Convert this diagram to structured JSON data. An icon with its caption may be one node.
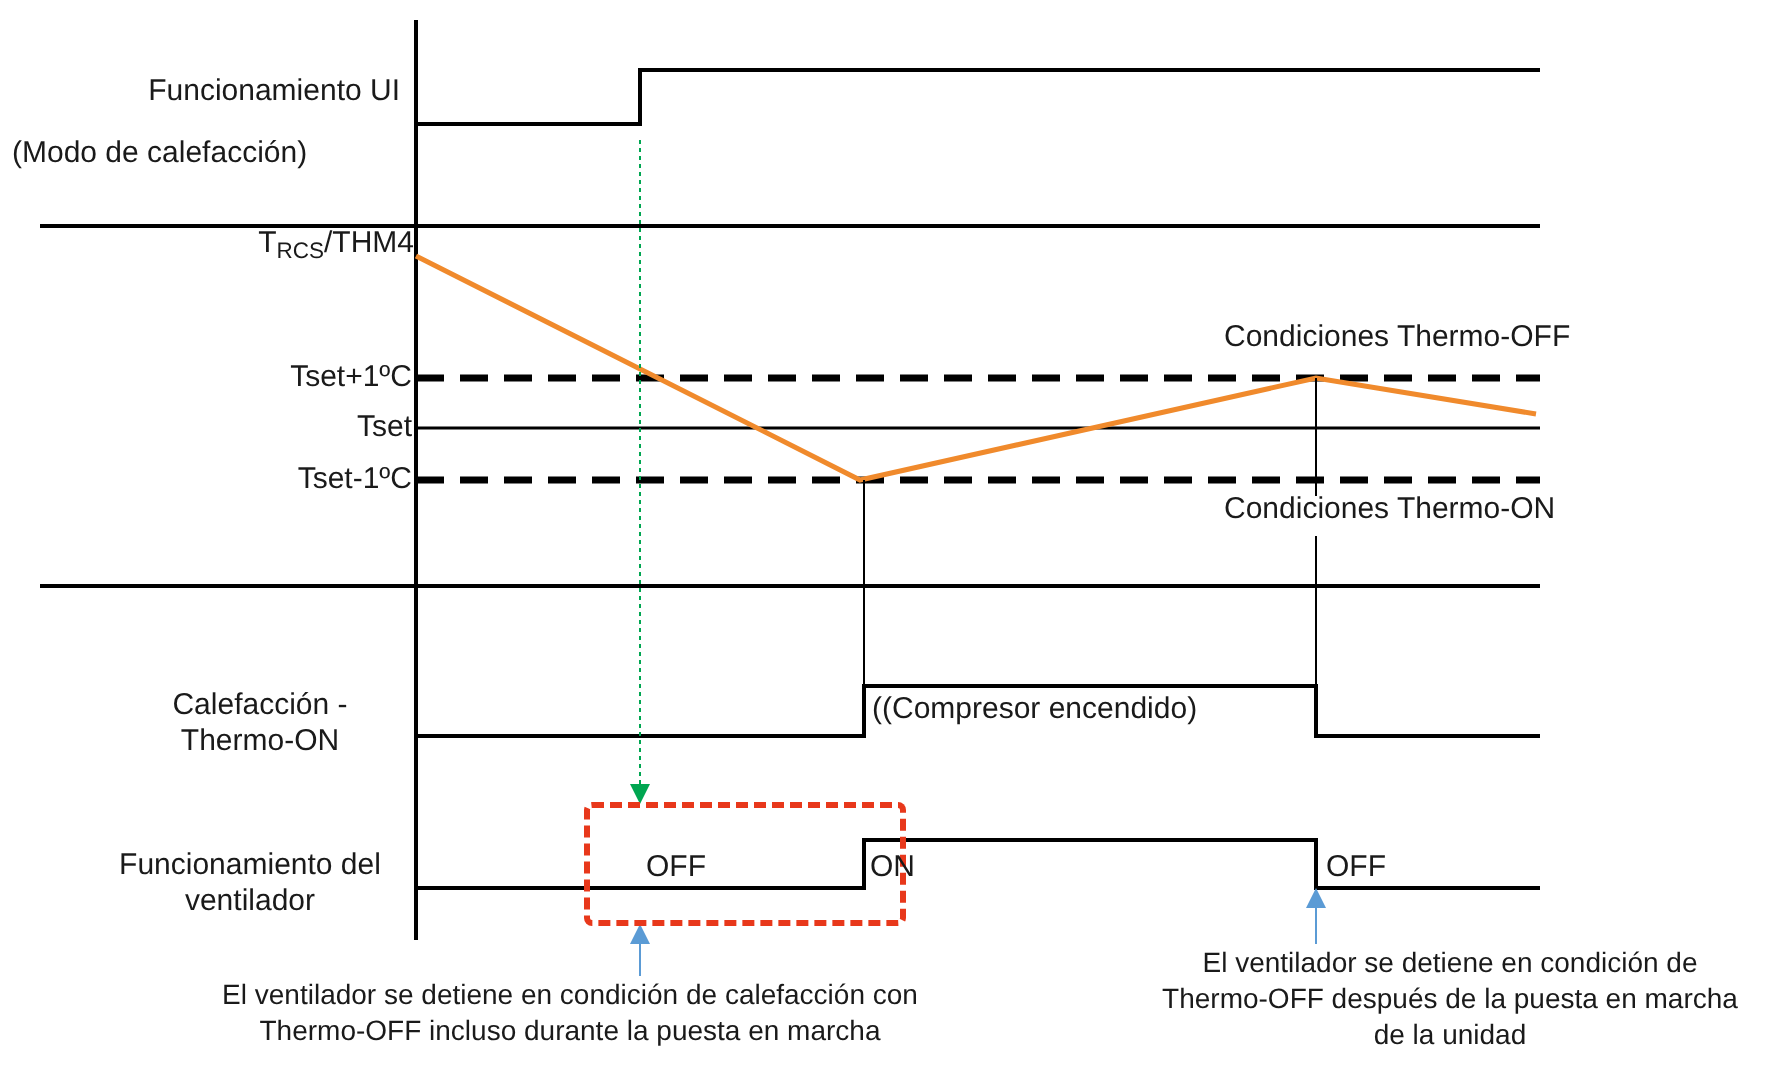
{
  "diagram": {
    "nodes": [
      {
        "text": [
          "El ventilador se detiene en condición de calefacción con Thermo-OFF incluso durante la puesta en marcha"
        ]
      },
      {
        "text": [],
        "shape": "box"
      },
      {
        "text": [
          "El ventilador se detiene en condición de Thermo-OFF después de la puesta en marcha de la unidad"
        ]
      },
      {
        "text": [
          "OFF"
        ]
      }
    ],
    "edges": [
      {
        "from": 0,
        "to": 1,
        "arrow": "to",
        "color": "#5b9bd5"
      },
      {
        "from": 2,
        "to": 3,
        "arrow": "to",
        "color": "#5b9bd5"
      },
      {
        "from": null,
        "to": 1,
        "arrow": "to",
        "style": "dashed",
        "color": "#00a651"
      }
    ],
    "labels": [
      "Funcionamiento UI",
      "(Modo de calefacción)",
      "T$_{RCS}$/THM4",
      "Condiciones Thermo-OFF",
      "Tset+1ºC",
      "Tset",
      "Tset-1ºC",
      "Condiciones Thermo-ON",
      "Calefacción - Thermo-ON",
      "((Compresor encendido)",
      "Funcionamiento del ventilador",
      "OFF",
      "ON"
    ]
  }
}
